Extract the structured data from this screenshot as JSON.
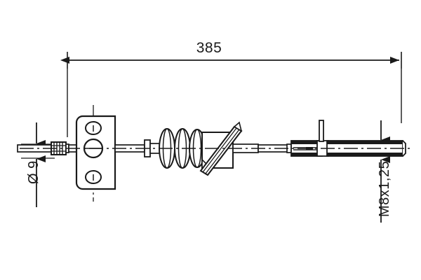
{
  "drawing": {
    "title": "Brake cable technical drawing",
    "view": "side elevation",
    "line_color": "#1a1a1a",
    "fill_color": "#ffffff",
    "background": "#ffffff"
  },
  "dimensions": {
    "length": {
      "value": "385",
      "label": "385",
      "unit": "mm",
      "orientation": "horizontal",
      "position": "top"
    },
    "cable_diameter": {
      "value": "9",
      "label": "Ø 9",
      "symbol": "Ø",
      "orientation": "vertical-rotated",
      "position": "left"
    },
    "thread": {
      "value": "M8x1,25",
      "label": "M8x1,25",
      "orientation": "vertical-rotated",
      "position": "right"
    }
  },
  "components": {
    "left_end_fitting": "knurled-sleeve",
    "mounting_bracket": "three-hole-plate",
    "bellows": "rubber-boot-three-convolutions",
    "angled_clamp": "diagonal-bracket",
    "right_adjuster": "threaded-adjuster-with-pin",
    "right_end": "threaded-rod"
  }
}
